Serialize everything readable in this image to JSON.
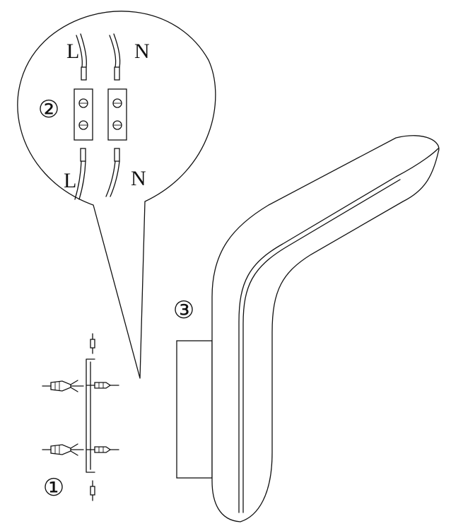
{
  "callout": {
    "top_left_label": "L",
    "top_right_label": "N",
    "bottom_left_label": "L",
    "bottom_right_label": "N"
  },
  "steps": [
    {
      "number": "①"
    },
    {
      "number": "②"
    },
    {
      "number": "③"
    }
  ]
}
